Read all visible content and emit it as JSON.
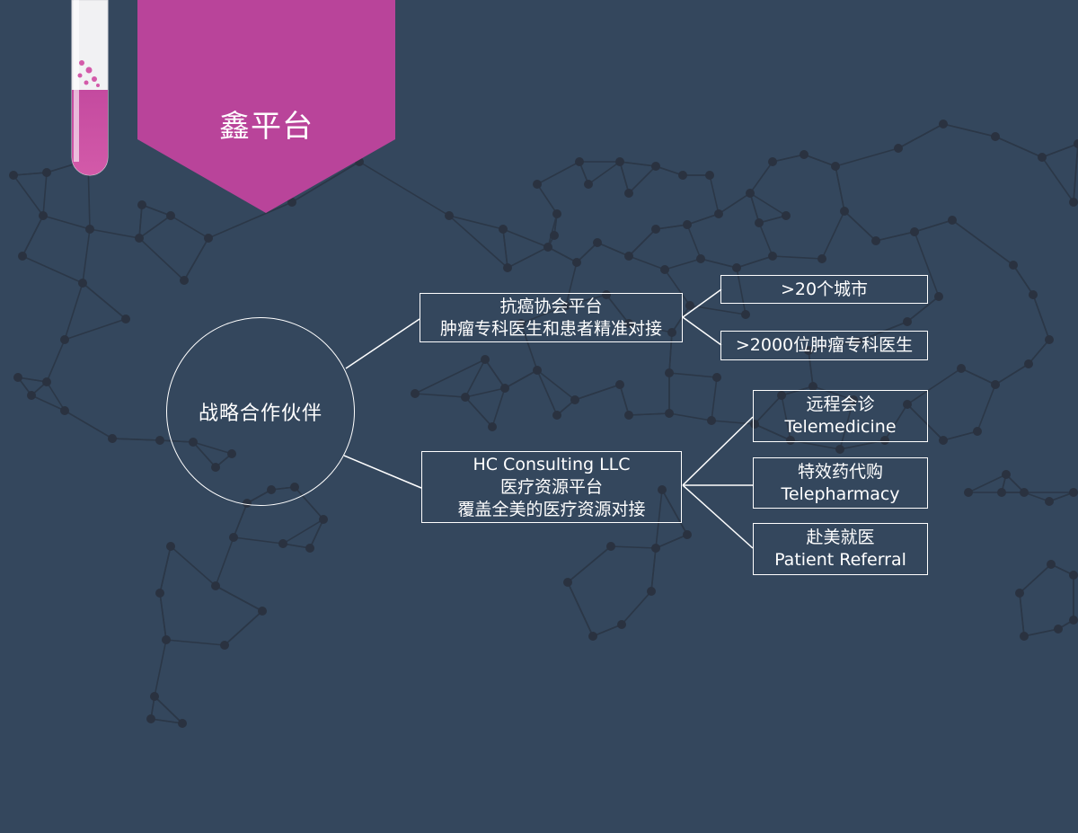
{
  "header": {
    "title": "鑫平台",
    "accent_color": "#b9449a",
    "icon": "test-tube-icon"
  },
  "diagram": {
    "root": "战略合作伙伴",
    "branch_top": {
      "line1": "抗癌协会平台",
      "line2": "肿瘤专科医生和患者精准对接",
      "children": [
        ">20个城市",
        ">2000位肿瘤专科医生"
      ]
    },
    "branch_bottom": {
      "line1": "HC Consulting LLC",
      "line2": "医疗资源平台",
      "line3": "覆盖全美的医疗资源对接",
      "children": [
        {
          "zh": "远程会诊",
          "en": "Telemedicine"
        },
        {
          "zh": "特效药代购",
          "en": "Telepharmacy"
        },
        {
          "zh": "赴美就医",
          "en": "Patient Referral"
        }
      ]
    }
  },
  "colors": {
    "background": "#34475d",
    "network": "#2a3442",
    "lines": "#ffffff"
  }
}
